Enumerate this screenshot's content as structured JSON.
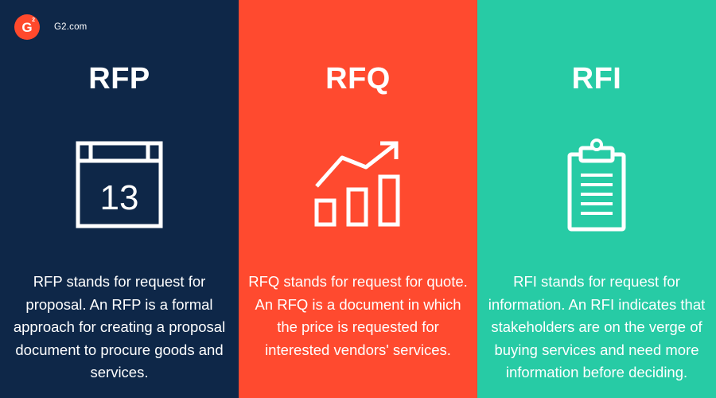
{
  "brand": {
    "logo_text": "G",
    "logo_superscript": "2",
    "domain": "G2.com",
    "logo_color": "#ff492c"
  },
  "colors": {
    "rfp_background": "#0e2748",
    "rfq_background": "#ff4a2f",
    "rfi_background": "#27cba5",
    "text": "#ffffff"
  },
  "panels": [
    {
      "title": "RFP",
      "icon": "calendar-icon",
      "icon_text": "13",
      "description": "RFP stands for request for proposal. An RFP is a formal approach for creating a proposal document to procure goods and services."
    },
    {
      "title": "RFQ",
      "icon": "growth-chart-icon",
      "description": "RFQ stands for request for quote. An RFQ is a document in which the price is requested for interested vendors' services."
    },
    {
      "title": "RFI",
      "icon": "clipboard-icon",
      "description": "RFI stands for request for information. An RFI indicates that stakeholders are on the verge of buying services and need more information before deciding."
    }
  ]
}
